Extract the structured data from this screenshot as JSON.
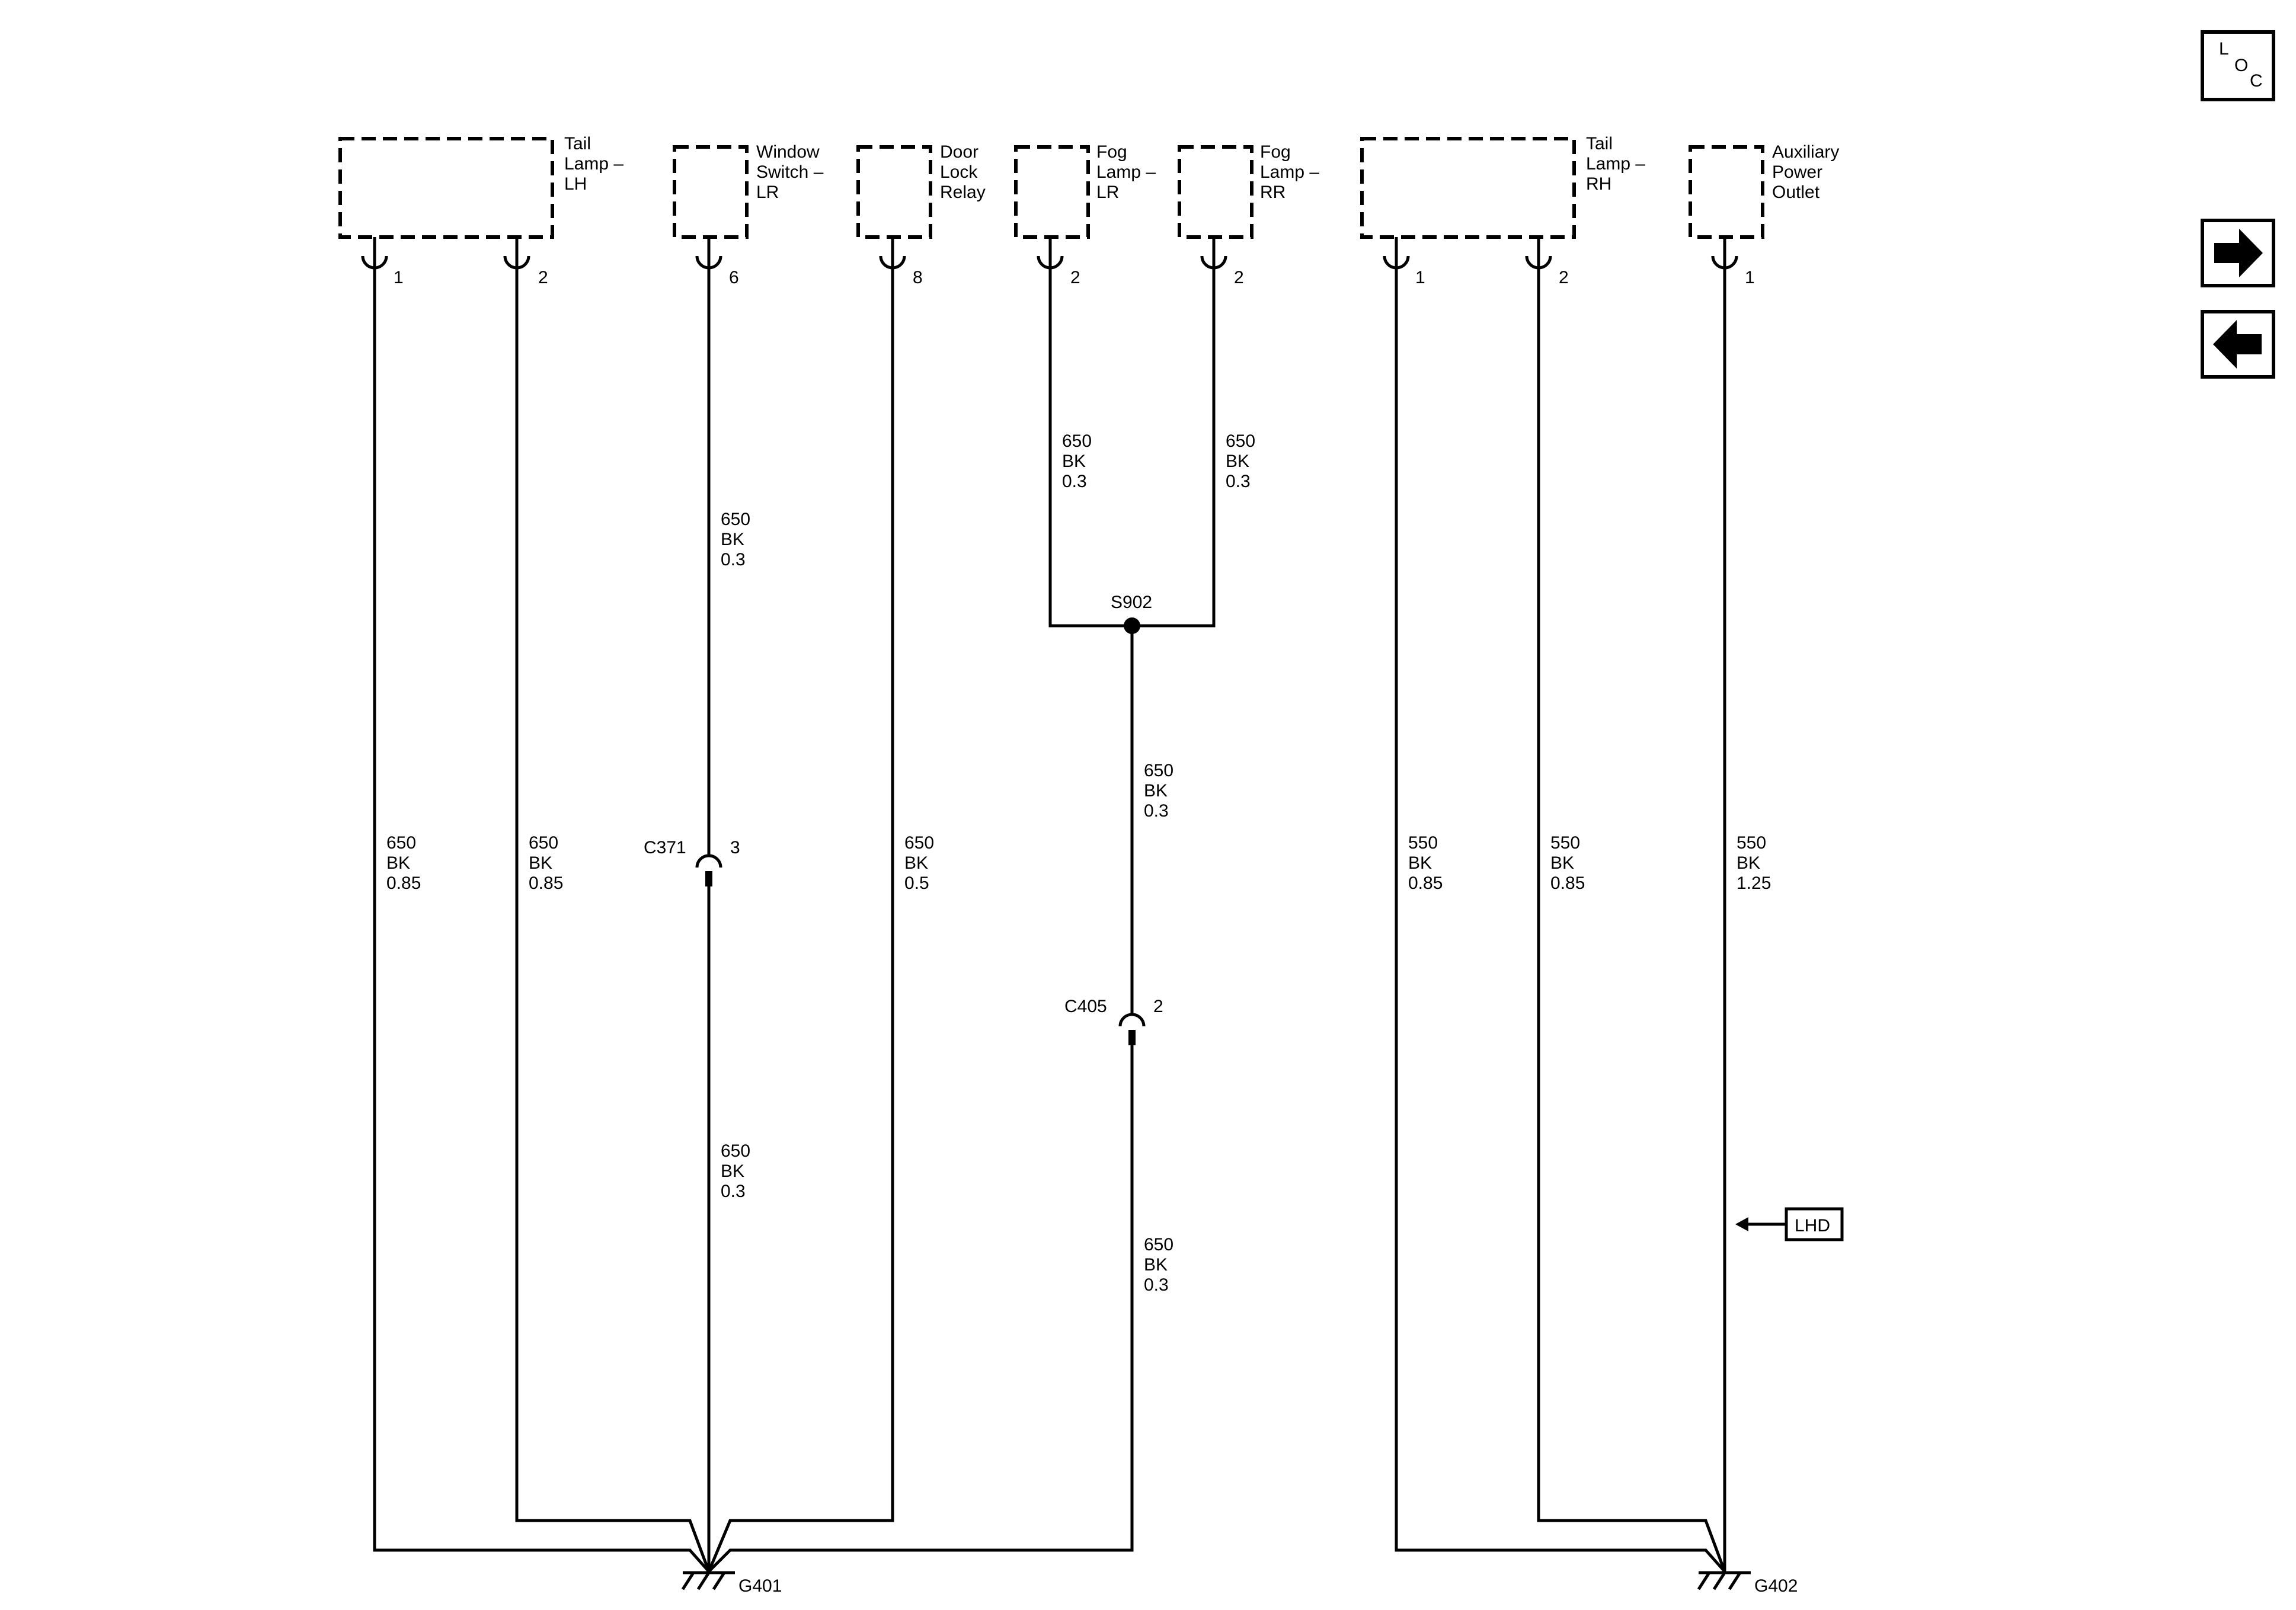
{
  "components": {
    "tail_lamp_lh": [
      "Tail",
      "Lamp –",
      "LH"
    ],
    "window_switch_lr": [
      "Window",
      "Switch –",
      "LR"
    ],
    "door_lock_relay": [
      "Door",
      "Lock",
      "Relay"
    ],
    "fog_lamp_lr": [
      "Fog",
      "Lamp –",
      "LR"
    ],
    "fog_lamp_rr": [
      "Fog",
      "Lamp –",
      "RR"
    ],
    "tail_lamp_rh": [
      "Tail",
      "Lamp –",
      "RH"
    ],
    "aux_power_outlet": [
      "Auxiliary",
      "Power",
      "Outlet"
    ]
  },
  "pins": {
    "tail_lamp_lh_1": "1",
    "tail_lamp_lh_2": "2",
    "window_switch_lr": "6",
    "door_lock_relay": "8",
    "fog_lamp_lr": "2",
    "fog_lamp_rr": "2",
    "tail_lamp_rh_1": "1",
    "tail_lamp_rh_2": "2",
    "aux_power_outlet": "1"
  },
  "wires": {
    "tail_lamp_lh_1": [
      "650",
      "BK",
      "0.85"
    ],
    "tail_lamp_lh_2": [
      "650",
      "BK",
      "0.85"
    ],
    "window_switch_upper": [
      "650",
      "BK",
      "0.3"
    ],
    "window_switch_lower": [
      "650",
      "BK",
      "0.3"
    ],
    "door_lock_relay": [
      "650",
      "BK",
      "0.5"
    ],
    "fog_lamp_lr": [
      "650",
      "BK",
      "0.3"
    ],
    "fog_lamp_rr": [
      "650",
      "BK",
      "0.3"
    ],
    "fog_splice_mid": [
      "650",
      "BK",
      "0.3"
    ],
    "fog_splice_lower": [
      "650",
      "BK",
      "0.3"
    ],
    "tail_lamp_rh_1": [
      "550",
      "BK",
      "0.85"
    ],
    "tail_lamp_rh_2": [
      "550",
      "BK",
      "0.85"
    ],
    "aux_power_outlet": [
      "550",
      "BK",
      "1.25"
    ]
  },
  "connectors": {
    "c371": {
      "name": "C371",
      "pin": "3"
    },
    "c405": {
      "name": "C405",
      "pin": "2"
    }
  },
  "splice": "S902",
  "grounds": {
    "g401": "G401",
    "g402": "G402"
  },
  "lhd_label": "LHD",
  "loc_button": [
    "L",
    "O",
    "C"
  ],
  "nav": {
    "next_icon": "arrow-right-icon",
    "prev_icon": "arrow-left-icon"
  }
}
